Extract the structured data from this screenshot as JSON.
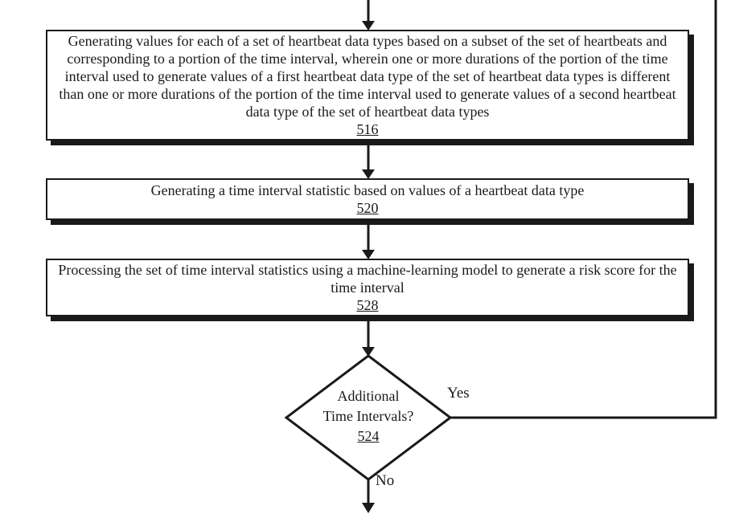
{
  "flowchart": {
    "steps": [
      {
        "number": "516",
        "text": "Generating values for each of a set of heartbeat data types based on a subset of the set of heartbeats and corresponding to a portion of the time interval, wherein one or more durations of the portion of the time interval used to generate values of a first heartbeat data type of the set of heartbeat data types is different than one or more durations of the portion of the time interval used to generate values of a second heartbeat data type of the set of heartbeat data types"
      },
      {
        "number": "520",
        "text": "Generating a time interval statistic based on values of a heartbeat data type"
      },
      {
        "number": "528",
        "text": "Processing the set of time interval statistics using a machine-learning model to generate a risk score for the time interval"
      }
    ],
    "decision": {
      "number": "524",
      "line1": "Additional",
      "line2": "Time Intervals?"
    },
    "edge_labels": {
      "yes": "Yes",
      "no": "No"
    },
    "colors": {
      "ink": "#1a1a1a",
      "background": "#ffffff"
    }
  }
}
